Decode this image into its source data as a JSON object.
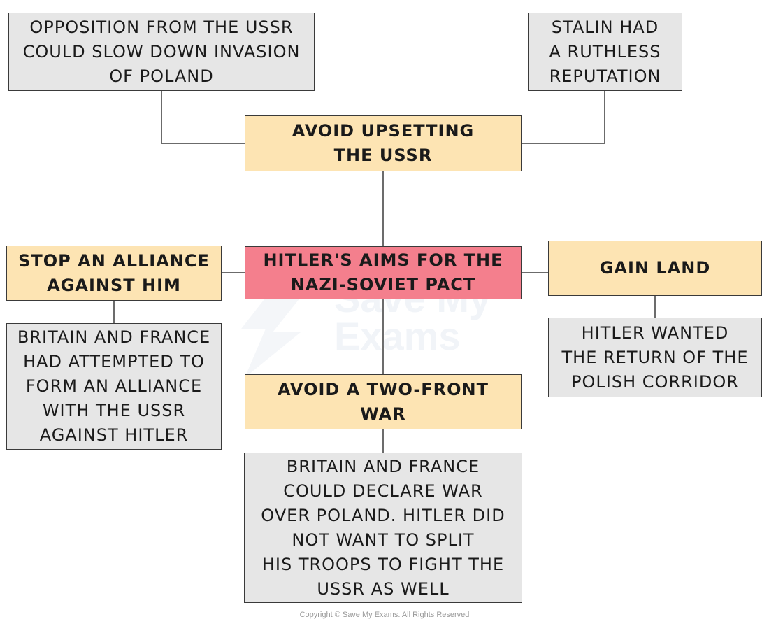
{
  "center": {
    "text": "HITLER'S AIMS FOR THE\nNAZI-SOVIET PACT"
  },
  "aims": {
    "avoid_upsetting": "AVOID UPSETTING\nTHE USSR",
    "stop_alliance": "STOP AN ALLIANCE\nAGAINST HIM",
    "gain_land": "GAIN LAND",
    "two_front": "AVOID A TWO-FRONT\nWAR"
  },
  "details": {
    "ussr_opposition": "OPPOSITION FROM THE USSR\nCOULD SLOW DOWN INVASION\nOF POLAND",
    "stalin": "STALIN HAD\nA RUTHLESS\nREPUTATION",
    "britain_france_alliance": "BRITAIN AND FRANCE\nHAD ATTEMPTED TO\nFORM AN ALLIANCE\nWITH THE USSR\nAGAINST HITLER",
    "polish_corridor": "HITLER WANTED\nTHE RETURN OF THE\nPOLISH CORRIDOR",
    "declare_war": "BRITAIN AND FRANCE\nCOULD DECLARE WAR\nOVER POLAND. HITLER DID\nNOT WANT TO SPLIT\nHIS TROOPS TO FIGHT THE\nUSSR AS WELL"
  },
  "watermark": "Save My\nExams",
  "copyright": "Copyright © Save My Exams. All Rights Reserved",
  "colors": {
    "center": "#f47f8d",
    "aim": "#fde4b3",
    "detail": "#e6e6e6",
    "border": "#3a3a3a"
  }
}
